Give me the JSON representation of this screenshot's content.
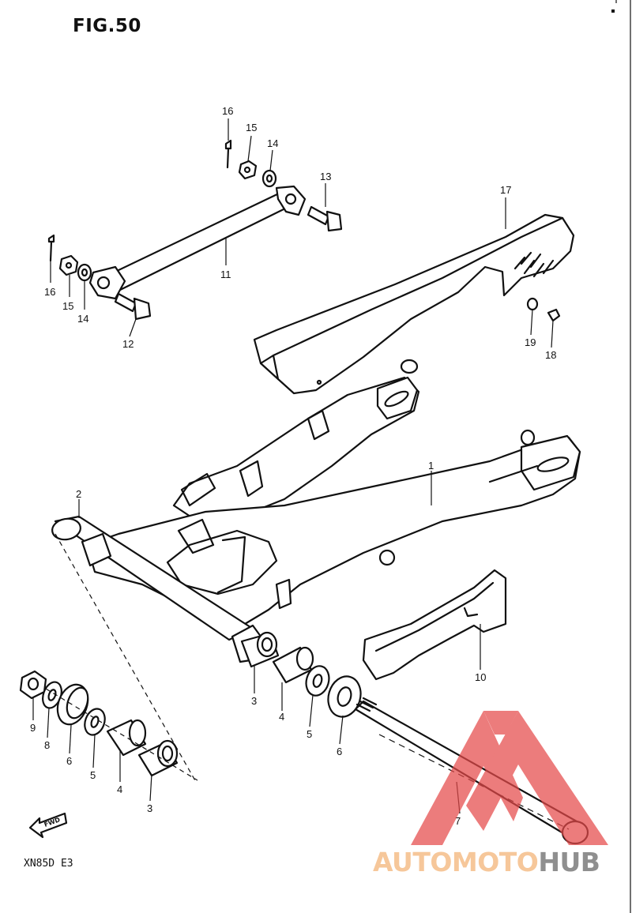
{
  "figure": {
    "title": "FIG.50",
    "model_code": "XN85D  E3"
  },
  "fwd_label": "FWD",
  "watermark": {
    "prefix": "AUTOMOTO",
    "suffix": "HUB",
    "colors": {
      "mark": "#e64a4a",
      "prefix": "#f6c79a",
      "suffix": "#8f8f8f"
    }
  },
  "callouts": {
    "c16a": "16",
    "c15a": "15",
    "c14a": "14",
    "c13": "13",
    "c17": "17",
    "c16b": "16",
    "c15b": "15",
    "c14b": "14",
    "c11": "11",
    "c12": "12",
    "c19": "19",
    "c18": "18",
    "c1": "1",
    "c2": "2",
    "c3a": "3",
    "c4a": "4",
    "c5a": "5",
    "c6a": "6",
    "c10": "10",
    "c9": "9",
    "c8": "8",
    "c6b": "6",
    "c5b": "5",
    "c4b": "4",
    "c3b": "3",
    "c7": "7"
  }
}
